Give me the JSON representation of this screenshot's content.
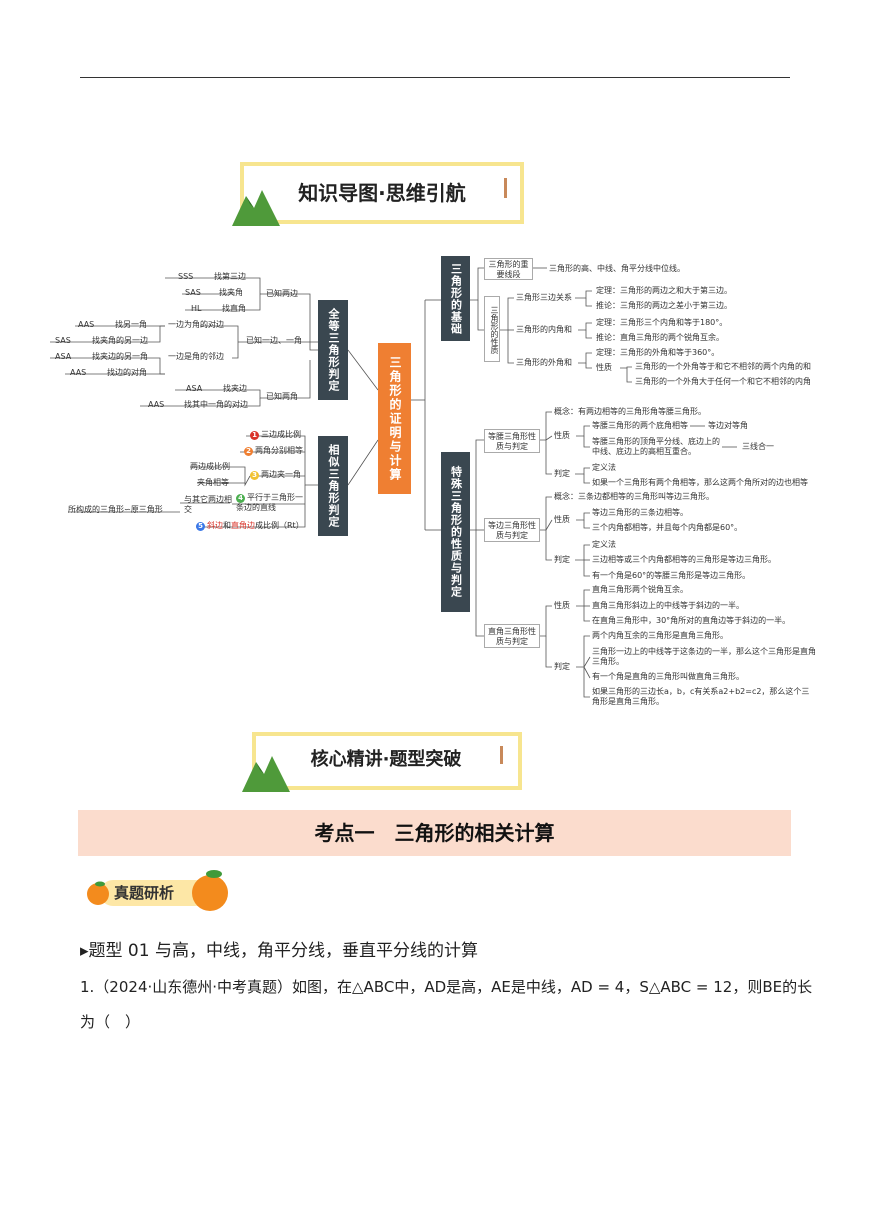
{
  "banner1": {
    "title": "知识导图·思维引航"
  },
  "banner2": {
    "title": "核心精讲·题型突破"
  },
  "center": "三角形的证明与计算",
  "left_top": {
    "title": "全等三角形判定",
    "group1": {
      "label": "已知两边",
      "items": [
        [
          "SSS",
          "找第三边"
        ],
        [
          "SAS",
          "找夹角"
        ],
        [
          "HL",
          "找直角"
        ]
      ]
    },
    "group2": {
      "label": "已知一边、一角",
      "items": [
        [
          "AAS",
          "找另一角",
          "一边为角的对边"
        ],
        [
          "SAS",
          "找夹角的另一边",
          ""
        ],
        [
          "ASA",
          "找夹边的另一角",
          "一边是角的邻边"
        ],
        [
          "AAS",
          "找边的对角",
          ""
        ]
      ]
    },
    "group3": {
      "label": "已知两角",
      "items": [
        [
          "ASA",
          "找夹边"
        ],
        [
          "AAS",
          "找其中一角的对边"
        ]
      ]
    }
  },
  "left_bottom": {
    "title": "相似三角形判定",
    "items": [
      {
        "num": "1",
        "text": "三边成比例",
        "color": "#d9342b"
      },
      {
        "num": "2",
        "text": "两角分别相等",
        "color": "#ef7f32"
      },
      {
        "num": "3",
        "text": "两边夹一角",
        "color": "#f1c232"
      },
      {
        "num": "4",
        "text": "平行于三角形一条边的直线",
        "color": "#4caf50"
      },
      {
        "num": "5",
        "text_a": "斜边",
        "text_b": "和",
        "text_c": "直角边",
        "text_d": "成比例（Rt）",
        "color": "#3b78e7"
      }
    ],
    "sub3": [
      "两边成比例",
      "夹角相等"
    ],
    "sub4": "与其它两边相交",
    "sub4b": "所构成的三角形∽原三角形"
  },
  "right_top": {
    "title": "三角形的基础",
    "segment_box": "三角形的重要线段",
    "segment_text": "三角形的高、中线、角平分线中位线。",
    "nature_box": "三角形的性质",
    "side_rel": "三角形三边关系",
    "side_items": [
      "定理：三角形的两边之和大于第三边。",
      "推论：三角形的两边之差小于第三边。"
    ],
    "inner": "三角形的内角和",
    "inner_items": [
      "定理：三角形三个内角和等于180°。",
      "推论：直角三角形的两个锐角互余。"
    ],
    "outer": "三角形的外角和",
    "outer_items": [
      "定理：三角形的外角和等于360°。"
    ],
    "outer_prop": "性质",
    "outer_prop_items": [
      "三角形的一个外角等于和它不相邻的两个内角的和",
      "三角形的一个外角大于任何一个和它不相邻的内角"
    ]
  },
  "right_bottom": {
    "title": "特殊三角形的性质与判定",
    "iso": {
      "box": "等腰三角形性质与判定",
      "concept": "概念：有两边相等的三角形角等腰三角形。",
      "prop": "性质",
      "prop_items": [
        "等腰三角形的两个底角相等",
        "等腰三角形的顶角平分线、底边上的中线、底边上的高相互重合。"
      ],
      "prop_tags": [
        "等边对等角",
        "三线合一"
      ],
      "judge": "判定",
      "judge_items": [
        "定义法",
        "如果一个三角形有两个角相等，那么这两个角所对的边也相等"
      ]
    },
    "equi": {
      "box": "等边三角形性质与判定",
      "concept": "概念：三条边都相等的三角形叫等边三角形。",
      "prop": "性质",
      "prop_items": [
        "等边三角形的三条边相等。",
        "三个内角都相等，并且每个内角都是60°。"
      ],
      "judge": "判定",
      "judge_items": [
        "定义法",
        "三边相等或三个内角都相等的三角形是等边三角形。",
        "有一个角是60°的等腰三角形是等边三角形。"
      ]
    },
    "right": {
      "box": "直角三角形性质与判定",
      "prop": "性质",
      "prop_items": [
        "直角三角形两个锐角互余。",
        "直角三角形斜边上的中线等于斜边的一半。",
        "在直角三角形中，30°角所对的直角边等于斜边的一半。"
      ],
      "judge": "判定",
      "judge_items": [
        "两个内角互余的三角形是直角三角形。",
        "三角形一边上的中线等于这条边的一半，那么这个三角形是直角三角形。",
        "有一个角是直角的三角形叫做直角三角形。",
        "如果三角形的三边长a，b，c有关系a2+b2=c2，那么这个三角形是直角三角形。"
      ]
    }
  },
  "section": {
    "title": "考点一　三角形的相关计算"
  },
  "tag": {
    "label": "真题研析"
  },
  "question_type": "▸题型 01  与高，中线，角平分线，垂直平分线的计算",
  "question": {
    "line1": "1.（2024·山东德州·中考真题）如图，在△ABC中，AD是高，AE是中线，AD = 4，S△ABC = 12，则BE的长",
    "line2": "为（　）"
  },
  "colors": {
    "accent": "#ef7f32",
    "dark": "#3a4750",
    "banner_border": "#f7e58f",
    "section_bg": "#fbdccd"
  }
}
